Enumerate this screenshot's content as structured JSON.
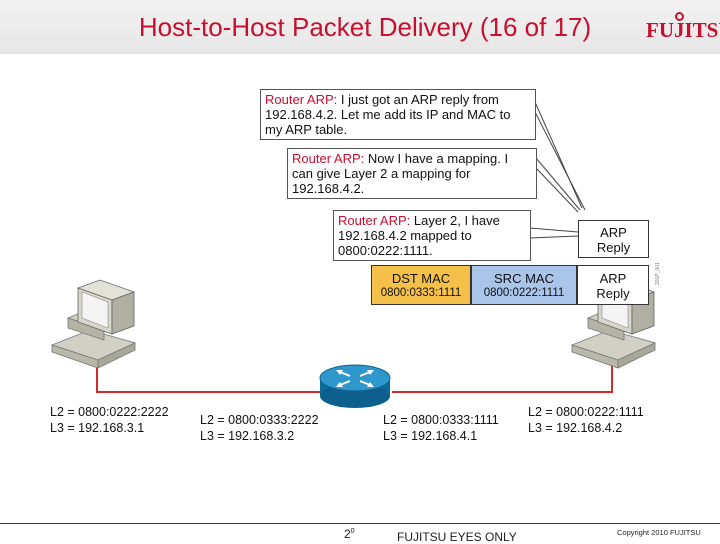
{
  "header": {
    "title": "Host-to-Host Packet Delivery (16 of 17)",
    "logo": "FUJITSU"
  },
  "bubbles": [
    {
      "speaker": "Router ARP:",
      "text": " I just got an ARP reply from 192.168.4.2.  Let me add its IP and MAC to my ARP table."
    },
    {
      "speaker": "Router ARP:",
      "text": " Now I have a mapping. I can give Layer 2 a mapping for 192.168.4.2."
    },
    {
      "speaker": "Router ARP:",
      "text": " Layer 2, I have 192.168.4.2 mapped to 0800:0222:1111."
    }
  ],
  "arp_reply_top": {
    "line1": "ARP",
    "line2": "Reply"
  },
  "frame": {
    "dst": {
      "header": "DST MAC",
      "value": "0800:0333:1111",
      "color": "#f5c04a"
    },
    "src": {
      "header": "SRC MAC",
      "value": "0800:0222:1111",
      "color": "#a9c5ea"
    },
    "payload": {
      "line1": "ARP",
      "line2": "Reply"
    }
  },
  "hosts": {
    "left": {
      "l2": "L2 = 0800:0222:2222",
      "l3": "L3 = 192.168.3.1"
    },
    "router_left": {
      "l2": "L2 = 0800:0333:2222",
      "l3": "L3 = 192.168.3.2"
    },
    "router_right": {
      "l2": "L2 = 0800:0333:1111",
      "l3": "L3 = 192.168.4.1"
    },
    "right": {
      "l2": "L2 = 0800:0222:1111",
      "l3": "L3 = 192.168.4.2"
    }
  },
  "figure_id": "201P_001",
  "footer": {
    "page": "2",
    "page_sup": "0",
    "center": "FUJITSU EYES ONLY",
    "copyright": "Copyright 2010 FUJITSU"
  },
  "colors": {
    "accent": "#c8102e",
    "link": "#d42a2a"
  }
}
